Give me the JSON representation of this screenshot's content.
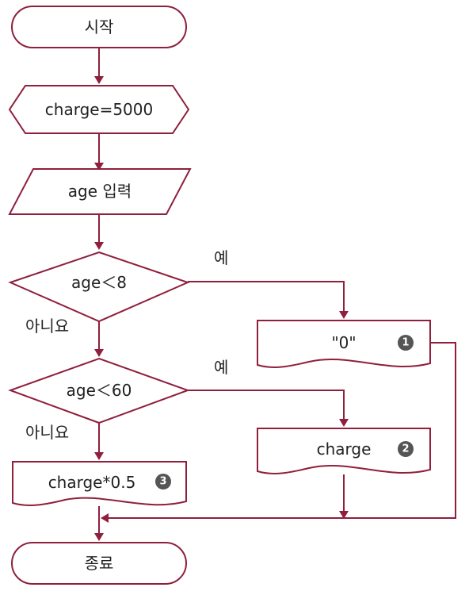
{
  "colors": {
    "stroke": "#8f1f3c",
    "badge": "#555555",
    "text": "#222222"
  },
  "nodes": {
    "start": "시작",
    "charge_init": "charge=5000",
    "age_input": "age 입력",
    "cond_age8": "age＜8",
    "cond_age60": "age＜60",
    "out_zero": "\"0\"",
    "out_charge": "charge",
    "out_half": "charge*0.5",
    "end": "종료"
  },
  "edges": {
    "yes_1": "예",
    "yes_2": "예",
    "no_1": "아니요",
    "no_2": "아니요"
  },
  "badges": {
    "b1": "1",
    "b2": "2",
    "b3": "3"
  }
}
